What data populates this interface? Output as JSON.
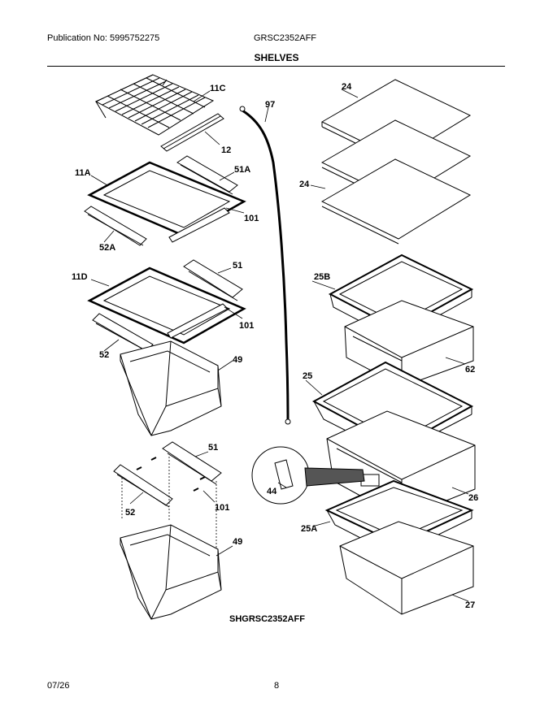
{
  "header": {
    "publication": "Publication No: 5995752275",
    "model": "GRSC2352AFF",
    "section_title": "SHELVES"
  },
  "callouts": {
    "p11C": "11C",
    "p12": "12",
    "p97": "97",
    "p24a": "24",
    "p24b": "24",
    "p11A": "11A",
    "p51A": "51A",
    "p101a": "101",
    "p52A": "52A",
    "p11D": "11D",
    "p51a": "51",
    "p101b": "101",
    "p52a": "52",
    "p49a": "49",
    "p25B": "25B",
    "p62": "62",
    "p25": "25",
    "p44": "44",
    "p26": "26",
    "p51b": "51",
    "p52b": "52",
    "p101c": "101",
    "p49b": "49",
    "p25A": "25A",
    "p27": "27"
  },
  "diagram_id": "SHGRSC2352AFF",
  "footer": {
    "date": "07/26",
    "page": "8"
  }
}
